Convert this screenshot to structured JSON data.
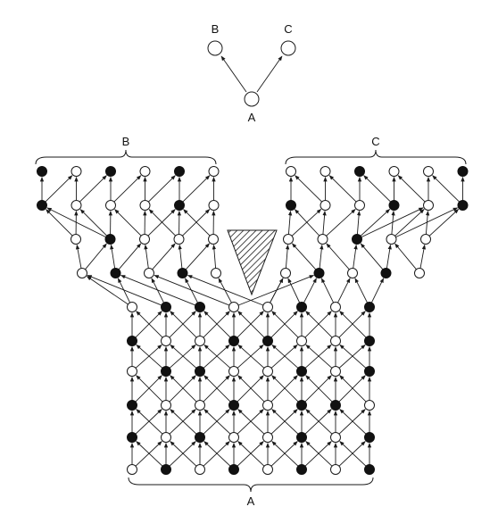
{
  "legend": {
    "node_a_label": "A",
    "node_b_label": "B",
    "node_c_label": "C"
  },
  "network": {
    "group_b_label": "B",
    "group_c_label": "C",
    "group_a_label": "A"
  },
  "colors": {
    "stroke": "#1a1a1a",
    "filled_node": "#111111",
    "open_node": "#ffffff"
  }
}
